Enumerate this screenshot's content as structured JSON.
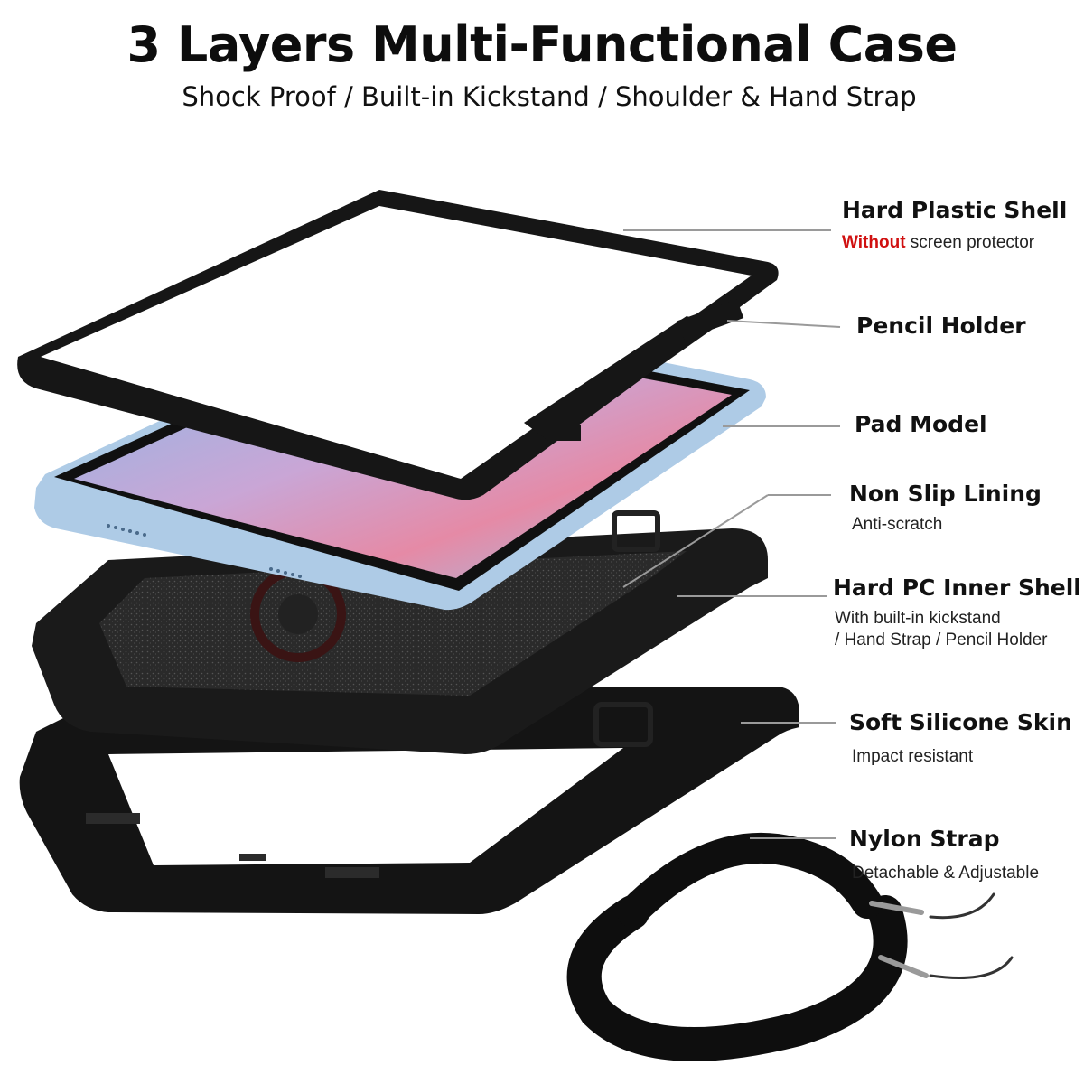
{
  "header": {
    "title": "3 Layers Multi-Functional Case",
    "subtitle": "Shock Proof / Built-in Kickstand / Shoulder & Hand Strap"
  },
  "features": [
    {
      "name": "Hard Plastic Shell",
      "desc_highlight": "Without",
      "desc_rest": " screen protector"
    },
    {
      "name": "Pencil Holder"
    },
    {
      "name": "Pad Model"
    },
    {
      "name": "Non Slip Lining",
      "desc": "Anti-scratch"
    },
    {
      "name": "Hard PC Inner Shell",
      "desc_line1": "With built-in kickstand",
      "desc_line2": "/ Hand Strap / Pencil Holder"
    },
    {
      "name": "Soft Silicone Skin",
      "desc": "Impact resistant"
    },
    {
      "name": "Nylon Strap",
      "desc": "Detachable & Adjustable"
    }
  ],
  "colors": {
    "highlight": "#d01010",
    "case": "#141414",
    "tablet_edge": "#aecbe6",
    "leader_line": "#9a9a9a"
  }
}
